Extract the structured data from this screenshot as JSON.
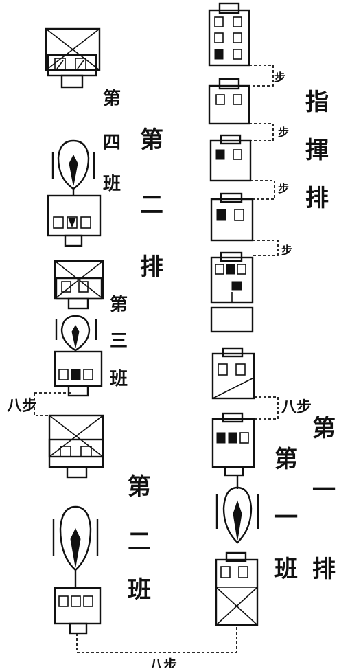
{
  "columns": {
    "left_labels": {
      "squad4": [
        "第",
        "四",
        "班"
      ],
      "platoon2": [
        "第",
        "二",
        "排"
      ],
      "squad3": [
        "第",
        "三",
        "班"
      ],
      "squad2": [
        "第",
        "二",
        "班"
      ]
    },
    "right_labels": {
      "hq": [
        "指",
        "揮",
        "排"
      ],
      "squad1": [
        "第",
        "一",
        "班"
      ],
      "platoon1": [
        "第",
        "一",
        "排"
      ]
    }
  },
  "steps": {
    "hq_gap1": "步",
    "hq_gap2": "步",
    "hq_gap3": "步",
    "hq_gap4": "步",
    "right_gap": "八步",
    "left_gap": "八步",
    "bottom_gap": "八步"
  }
}
